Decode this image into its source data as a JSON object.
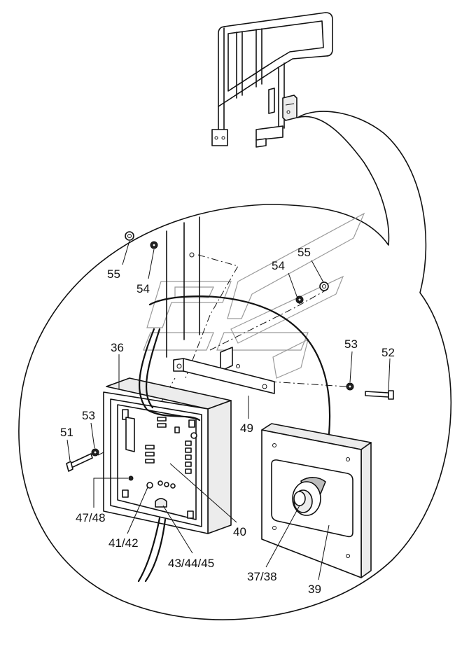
{
  "diagram": {
    "callouts": [
      {
        "id": "c55a",
        "text": "55"
      },
      {
        "id": "c54a",
        "text": "54"
      },
      {
        "id": "c54b",
        "text": "54"
      },
      {
        "id": "c55b",
        "text": "55"
      },
      {
        "id": "c36",
        "text": "36"
      },
      {
        "id": "c53a",
        "text": "53"
      },
      {
        "id": "c52",
        "text": "52"
      },
      {
        "id": "c53b",
        "text": "53"
      },
      {
        "id": "c51",
        "text": "51"
      },
      {
        "id": "c49",
        "text": "49"
      },
      {
        "id": "c4748",
        "text": "47/48"
      },
      {
        "id": "c4142",
        "text": "41/42"
      },
      {
        "id": "c434445",
        "text": "43/44/45"
      },
      {
        "id": "c40",
        "text": "40"
      },
      {
        "id": "c3738",
        "text": "37/38"
      },
      {
        "id": "c39",
        "text": "39"
      }
    ]
  }
}
